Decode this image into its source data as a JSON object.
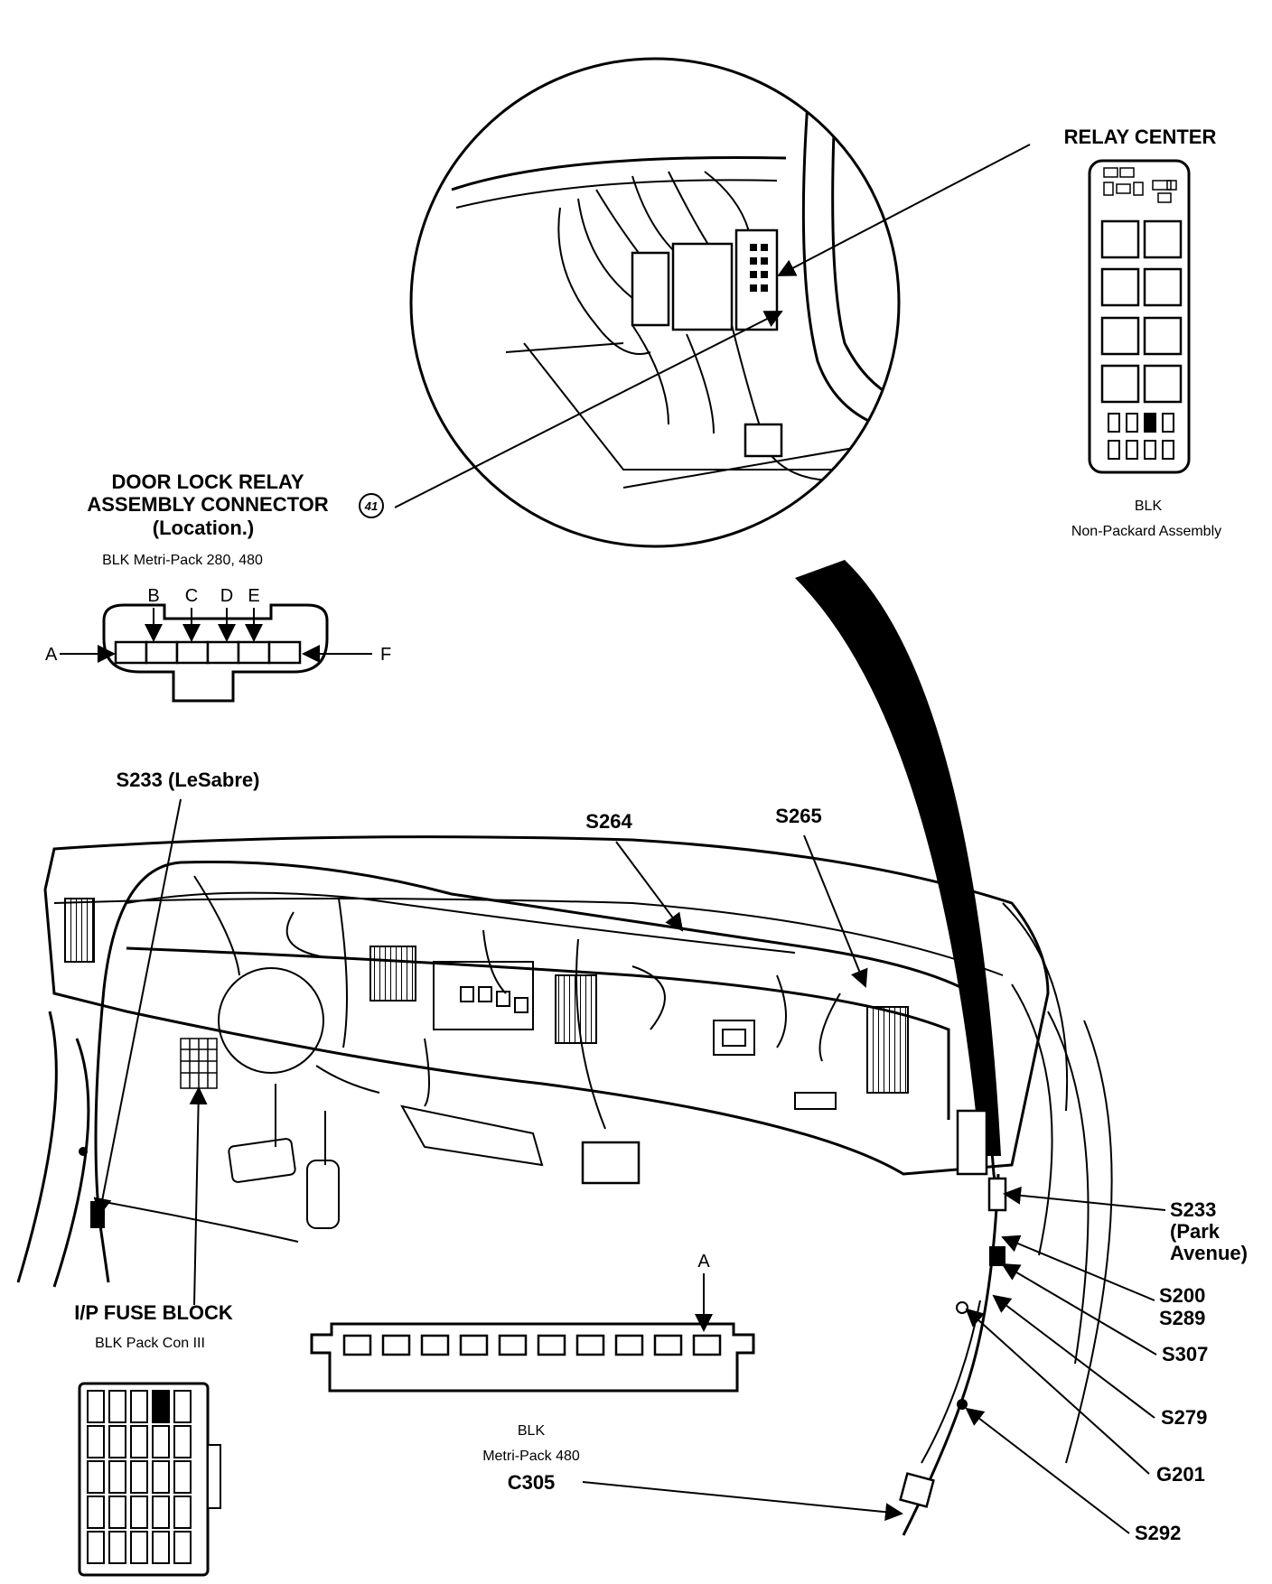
{
  "relay_center": {
    "title": "RELAY CENTER",
    "color": "BLK",
    "note": "Non-Packard Assembly"
  },
  "door_lock_connector": {
    "title_line1": "DOOR LOCK RELAY",
    "title_line2": "ASSEMBLY CONNECTOR",
    "title_line3": "(Location.)",
    "badge": "41",
    "spec": "BLK Metri-Pack 280, 480",
    "pins": [
      "A",
      "B",
      "C",
      "D",
      "E",
      "F"
    ]
  },
  "ip_fuse_block": {
    "title": "I/P FUSE BLOCK",
    "spec": "BLK Pack Con III"
  },
  "c305": {
    "pin": "A",
    "color": "BLK",
    "spec": "Metri-Pack 480",
    "id": "C305"
  },
  "splice_labels": {
    "s233_lesabre": "S233  (LeSabre)",
    "s264": "S264",
    "s265": "S265",
    "s233_park_1": "S233",
    "s233_park_2": "(Park",
    "s233_park_3": "Avenue)",
    "s200": "S200",
    "s289": "S289",
    "s307": "S307",
    "s279": "S279",
    "g201": "G201",
    "s292": "S292"
  },
  "colors": {
    "ink": "#000000",
    "paper": "#ffffff"
  }
}
